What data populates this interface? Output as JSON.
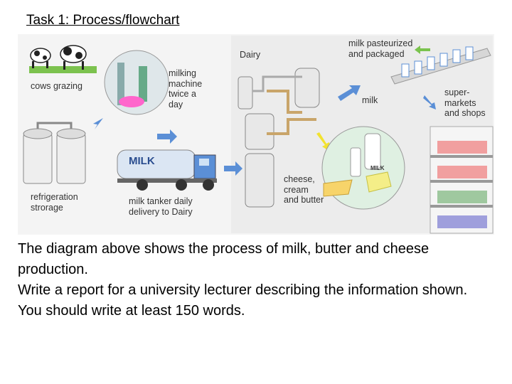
{
  "task": {
    "title": "Task 1: Process/flowchart"
  },
  "diagram": {
    "labels": {
      "cows": "cows grazing",
      "milking": "milking\nmachine\ntwice a\nday",
      "refrigeration": "refrigeration\nstrorage",
      "tanker": "milk tanker daily\ndelivery to Dairy",
      "tanker_sign": "MILK",
      "dairy": "Dairy",
      "milk": "milk",
      "pasteurized": "milk pasteurized\nand packaged",
      "supermarkets": "super-\nmarkets\nand shops",
      "cheese": "cheese,\ncream\nand butter",
      "butter_pack": "MILK"
    }
  },
  "body": {
    "line1": "The diagram above shows the process of milk, butter and cheese production.",
    "line2": "Write a report for a university lecturer describing the information shown.",
    "line3": "You should write at least 150 words."
  }
}
